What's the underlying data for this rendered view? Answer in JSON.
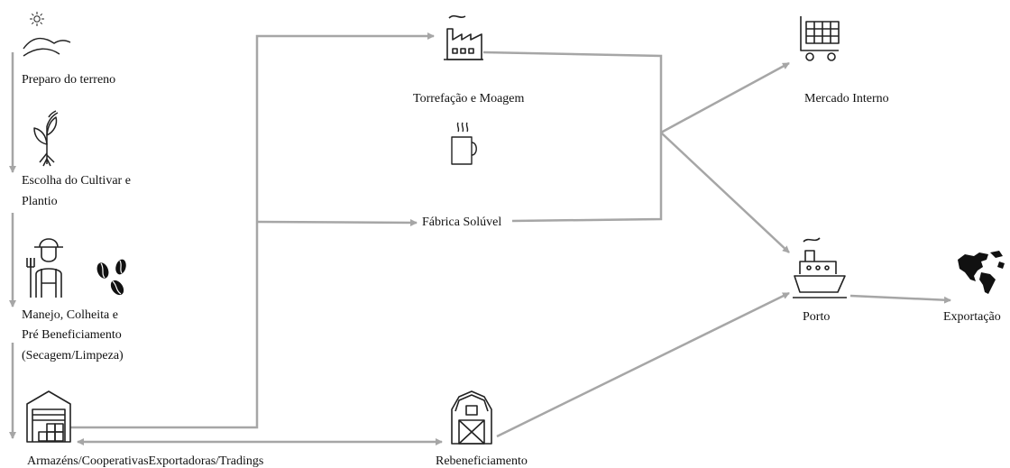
{
  "diagram": {
    "steps": {
      "preparo": "Preparo do terreno",
      "escolha_1": "Escolha do Cultivar e",
      "escolha_2": "Plantio",
      "manejo_1": "Manejo, Colheita e",
      "manejo_2": "Pré Beneficiamento",
      "manejo_3": "(Secagem/Limpeza)",
      "armazens": "Armazéns/CooperativasExportadoras/Tradings",
      "rebeneficiamento": "Rebeneficiamento",
      "torrefacao": "Torrefação e Moagem",
      "fabrica": "Fábrica Solúvel",
      "mercado": "Mercado Interno",
      "porto": "Porto",
      "exportacao": "Exportação"
    },
    "icons": [
      "sun-icon",
      "hills-icon",
      "plant-icon",
      "farmer-icon",
      "coffee-beans-icon",
      "warehouse-icon",
      "barn-icon",
      "factory-icon",
      "coffee-cup-icon",
      "shopping-cart-icon",
      "ship-icon",
      "world-map-icon"
    ],
    "colors": {
      "arrow": "#a6a6a6",
      "icon": "#222222",
      "text": "#111111"
    }
  }
}
